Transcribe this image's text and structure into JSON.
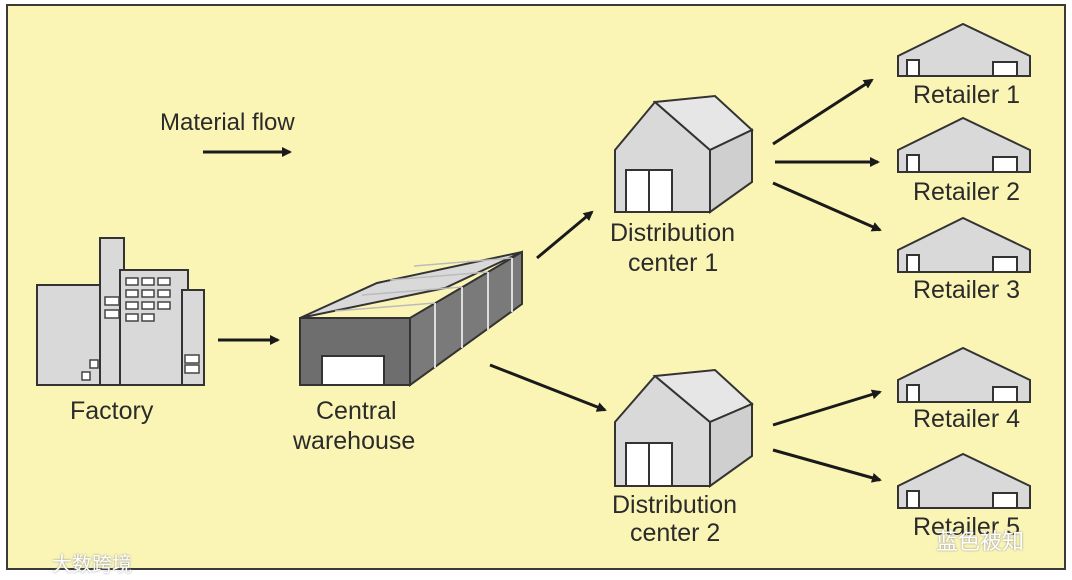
{
  "legend": {
    "label": "Material flow"
  },
  "nodes": {
    "factory": "Factory",
    "central_warehouse": [
      "Central",
      "warehouse"
    ],
    "dc1": [
      "Distribution",
      "center 1"
    ],
    "dc2": [
      "Distribution",
      "center 2"
    ],
    "retailers": [
      "Retailer 1",
      "Retailer 2",
      "Retailer 3",
      "Retailer 4",
      "Retailer 5"
    ]
  },
  "watermarks": {
    "bottom_left": "大数跨境",
    "bottom_right": "蓝色被知"
  },
  "colors": {
    "background": "#fbf5b5",
    "building_fill": "#d9d9d9",
    "building_dark": "#6e6e6e",
    "arrow": "#1a1a1a"
  }
}
